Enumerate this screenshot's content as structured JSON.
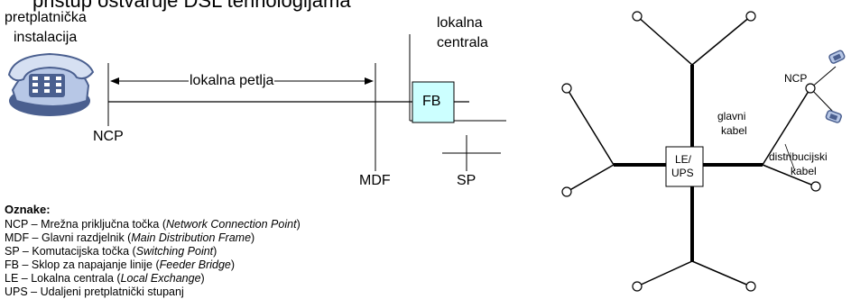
{
  "header": {
    "title": "pristup ostvaruje DSL tehnologijama"
  },
  "left_diagram": {
    "subscriber_label_line1": "pretplatnička",
    "subscriber_label_line2": "instalacija",
    "exchange_label_line1": "lokalna",
    "exchange_label_line2": "centrala",
    "loop_label": "lokalna petlja",
    "fb_label": "FB",
    "ncp_label": "NCP",
    "mdf_label": "MDF",
    "sp_label": "SP"
  },
  "legend": {
    "title": "Oznake:",
    "items": [
      {
        "abbr": "NCP",
        "desc": "Mrežna priključna točka",
        "en": "Network Connection Point"
      },
      {
        "abbr": "MDF",
        "desc": "Glavni razdjelnik",
        "en": "Main Distribution Frame"
      },
      {
        "abbr": "SP",
        "desc": "Komutacijska točka",
        "en": "Switching Point"
      },
      {
        "abbr": "FB",
        "desc": "Sklop za napajanje linije",
        "en": "Feeder Bridge"
      },
      {
        "abbr": "LE",
        "desc": "Lokalna centrala",
        "en": "Local Exchange"
      },
      {
        "abbr": "UPS",
        "desc": "Udaljeni pretplatnički stupanj",
        "en": ""
      }
    ]
  },
  "right_diagram": {
    "center_line1": "LE/",
    "center_line2": "UPS",
    "main_cable_line1": "glavni",
    "main_cable_line2": "kabel",
    "dist_cable_line1": "distribucijski",
    "dist_cable_line2": "kabel",
    "ncp_label": "NCP"
  },
  "colors": {
    "fb_fill": "#ccffff",
    "phone_body": "#b7c7e6",
    "phone_dark": "#4a5f8f"
  }
}
